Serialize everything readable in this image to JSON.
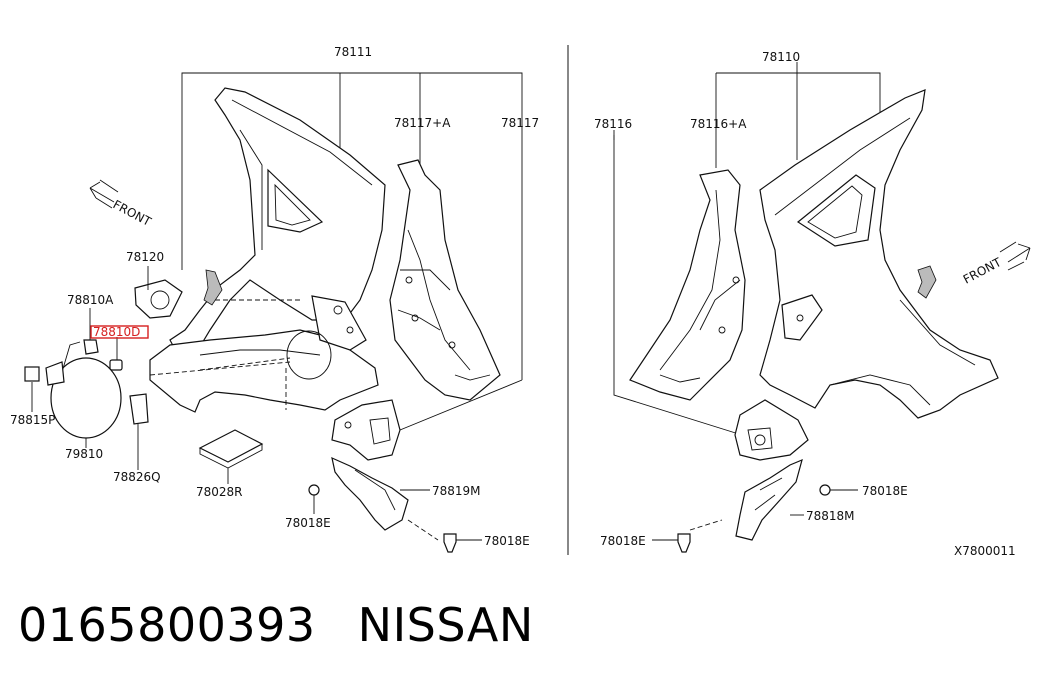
{
  "labels": {
    "l78111": "78111",
    "l78117a": "78117+A",
    "l78117": "78117",
    "l78120": "78120",
    "l78810a": "78810A",
    "l78810d": "78810D",
    "l78815p": "78815P",
    "l79810": "79810",
    "l78826q": "78826Q",
    "l78028r": "78028R",
    "l78018e_left1": "78018E",
    "l78819m": "78819M",
    "l78018e_left2": "78018E",
    "l78110": "78110",
    "l78116": "78116",
    "l78116a": "78116+A",
    "l78018e_right1": "78018E",
    "l78818m": "78818M",
    "l78018e_right2": "78018E",
    "front_left": "FRONT",
    "front_right": "FRONT",
    "diagram_code": "X7800011"
  },
  "highlight_color": "#d62020",
  "footer": {
    "part_number": "0165800393",
    "brand": "NISSAN"
  }
}
